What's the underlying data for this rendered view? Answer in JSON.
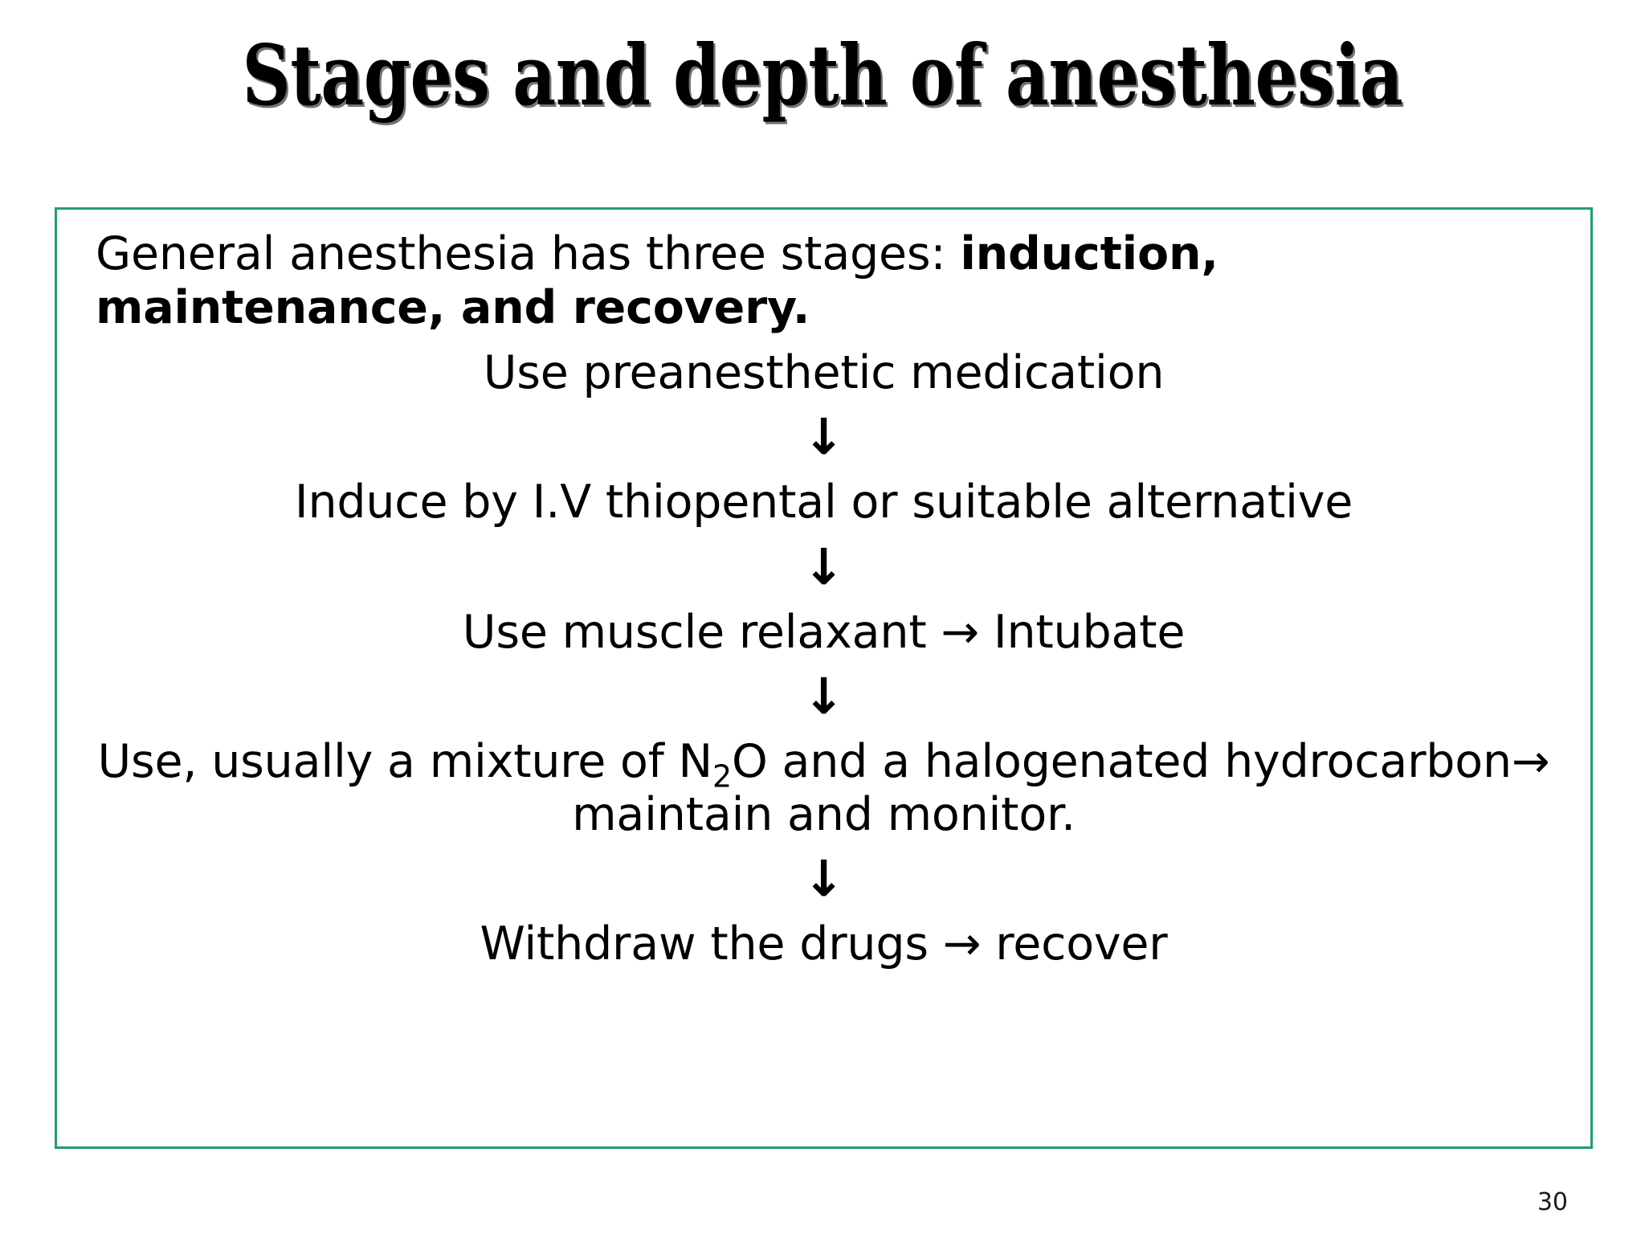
{
  "slide": {
    "title": "Stages and depth of anesthesia",
    "page_number": "30",
    "border_color": "#1f9d78",
    "text_color": "#000000",
    "background_color": "#ffffff"
  },
  "content": {
    "intro": {
      "plain_prefix": "General anesthesia has three stages: ",
      "bold_part": "induction, maintenance, and recovery."
    },
    "flow": {
      "arrow_glyph": "↓",
      "steps": [
        {
          "text": "Use preanesthetic medication"
        },
        {
          "text": "Induce by I.V thiopental or suitable alternative"
        },
        {
          "text": "Use  muscle relaxant → Intubate"
        },
        {
          "text_before_sub": "Use, usually a mixture of N",
          "sub": "2",
          "text_after_sub": "O and a halogenated hydrocarbon→ maintain and monitor."
        },
        {
          "text": "Withdraw the drugs → recover"
        }
      ]
    }
  }
}
